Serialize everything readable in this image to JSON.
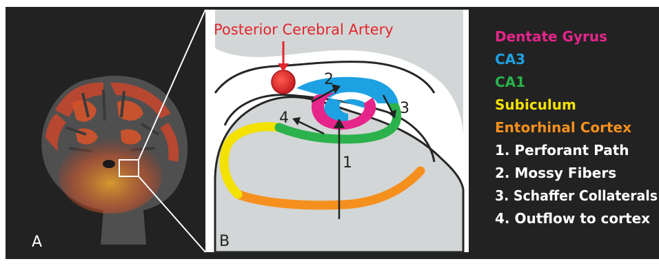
{
  "panels": {
    "a_label": "A",
    "b_label": "B"
  },
  "artery_label": "Posterior Cerebral Artery",
  "pathway_numbers": [
    "1",
    "2",
    "3",
    "4"
  ],
  "legend": {
    "regions": [
      {
        "label": "Dentate Gyrus",
        "color": "#e6258a"
      },
      {
        "label": "CA3",
        "color": "#1da1e2"
      },
      {
        "label": "CA1",
        "color": "#2bb24c"
      },
      {
        "label": "Subiculum",
        "color": "#f3e100"
      },
      {
        "label": "Entorhinal Cortex",
        "color": "#f5901e"
      }
    ],
    "pathways": [
      "1. Perforant Path",
      "2. Mossy Fibers",
      "3. Schaffer Collaterals",
      "4. Outflow to cortex"
    ]
  },
  "colors": {
    "background": "#222222",
    "panel_b_background": "#ffffff",
    "tissue": "#d3d6d6",
    "artery": "#e1262d",
    "artery_label": "#e1262d",
    "activation": "#d2451e",
    "pathway_text": "#ffffff"
  }
}
